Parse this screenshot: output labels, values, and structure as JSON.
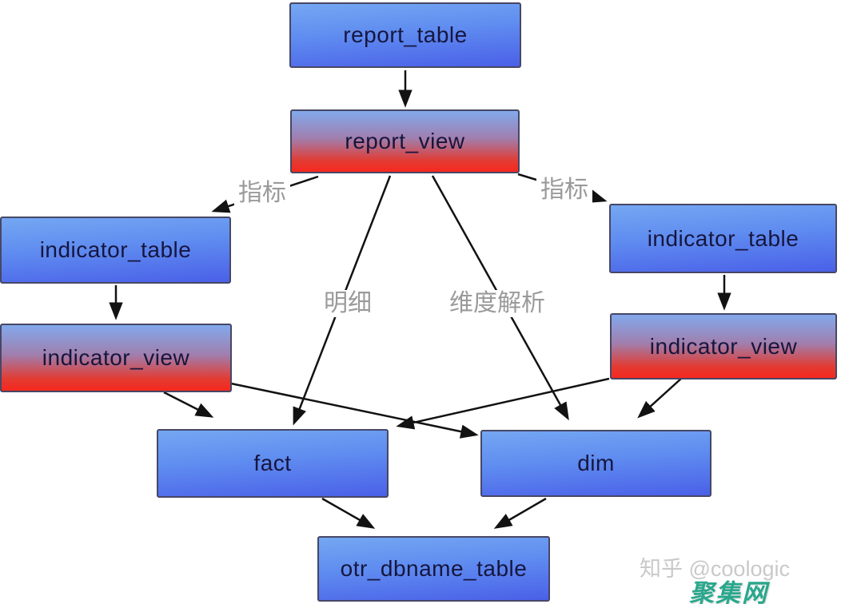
{
  "diagram": {
    "nodes": {
      "report_table": {
        "label": "report_table",
        "type": "table"
      },
      "report_view": {
        "label": "report_view",
        "type": "view"
      },
      "indicator_table_left": {
        "label": "indicator_table",
        "type": "table"
      },
      "indicator_view_left": {
        "label": "indicator_view",
        "type": "view"
      },
      "indicator_table_right": {
        "label": "indicator_table",
        "type": "table"
      },
      "indicator_view_right": {
        "label": "indicator_view",
        "type": "view"
      },
      "fact": {
        "label": "fact",
        "type": "table"
      },
      "dim": {
        "label": "dim",
        "type": "table"
      },
      "otr_dbname_table": {
        "label": "otr_dbname_table",
        "type": "table"
      }
    },
    "edge_labels": {
      "indicator_left": "指标",
      "indicator_right": "指标",
      "detail": "明细",
      "dimension_parse": "维度解析"
    },
    "colors": {
      "table_gradient_top": "#74a7f2",
      "table_gradient_bottom": "#4a60e8",
      "view_gradient_top": "#82a9ec",
      "view_gradient_bottom": "#f6281e",
      "edge_label_gray": "#9a9a9a",
      "arrow_black": "#121212",
      "node_text": "#16163e"
    }
  },
  "watermark": {
    "author": "知乎 @coologic",
    "site": "聚集网",
    "site_color": "#2aa78c"
  }
}
